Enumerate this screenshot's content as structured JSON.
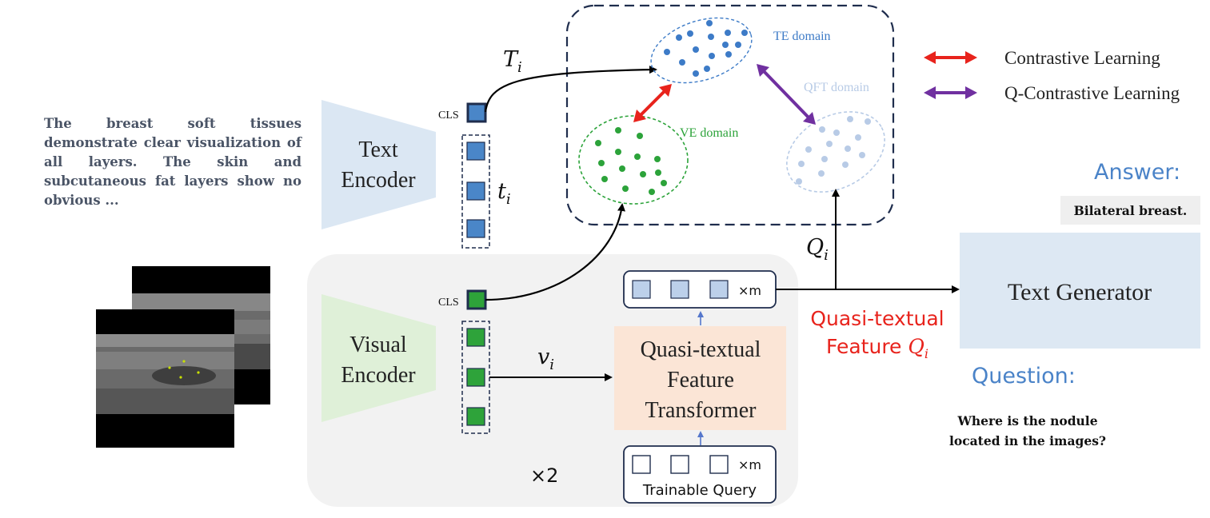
{
  "report": {
    "text": "The breast soft tissues demonstrate clear visualization of all layers. The skin and subcutaneous fat layers show no obvious ..."
  },
  "text_encoder": {
    "line1": "Text",
    "line2": "Encoder"
  },
  "visual_encoder": {
    "line1": "Visual",
    "line2": "Encoder"
  },
  "cls_label_text": "CLS",
  "cls_label_visual": "CLS",
  "T_label": {
    "base": "T",
    "sub": "i"
  },
  "t_label": {
    "base": "t",
    "sub": "i"
  },
  "v_label": {
    "base": "v",
    "sub": "i"
  },
  "Q_label": {
    "base": "Q",
    "sub": "i"
  },
  "domains": {
    "te": "TE domain",
    "ve": "VE domain",
    "qft": "QFT domain"
  },
  "legend": {
    "contrastive": "Contrastive Learning",
    "q_contrastive": "Q-Contrastive Learning",
    "contrastive_color": "#e8231c",
    "q_contrastive_color": "#7030a0"
  },
  "qft": {
    "line1": "Quasi-textual",
    "line2": "Feature",
    "line3": "Transformer"
  },
  "times_m_top": "×m",
  "times_m_bottom": "×m",
  "trainable_query": "Trainable Query",
  "times_two": "×2",
  "quasi_feature": {
    "line1": "Quasi-textual",
    "line2": "Feature",
    "sub_base": "Q",
    "sub_idx": "i"
  },
  "text_generator": "Text Generator",
  "answer": {
    "title": "Answer:",
    "text": "Bilateral breast."
  },
  "question": {
    "title": "Question:",
    "line1": "Where is the nodule",
    "line2": "located in the images?"
  },
  "colors": {
    "te_dots": "#3d7bc7",
    "ve_dots": "#2ca33a",
    "qft_dots": "#b8cbe6",
    "text_token": "#4a86c8",
    "visual_token": "#2ea33a",
    "query_token": "#bcd0ea",
    "text_encoder_fill": "#dbe7f3",
    "visual_encoder_fill": "#dff0d8",
    "transformer_fill": "#fbe5d6",
    "generator_fill": "#dde8f3",
    "accent_red": "#e8231c",
    "title_blue": "#4a83c8"
  }
}
